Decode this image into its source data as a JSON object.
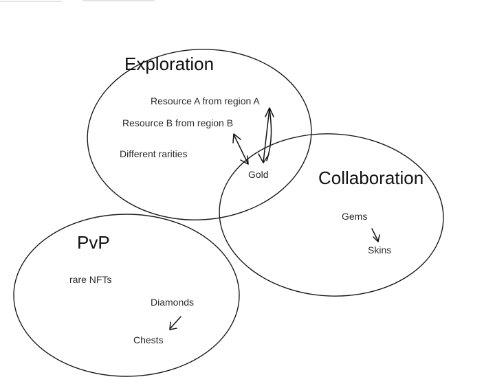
{
  "diagram": {
    "circles": {
      "exploration": {
        "title": "Exploration",
        "items": {
          "resource_a": "Resource A from region A",
          "resource_b": "Resource B from region B",
          "rarities": "Different rarities"
        }
      },
      "collaboration": {
        "title": "Collaboration",
        "items": {
          "gems": "Gems",
          "skins": "Skins"
        }
      },
      "pvp": {
        "title": "PvP",
        "items": {
          "rare_nfts": "rare NFTs",
          "diamonds": "Diamonds",
          "chests": "Chests"
        }
      }
    },
    "overlap": {
      "gold": "Gold"
    }
  }
}
